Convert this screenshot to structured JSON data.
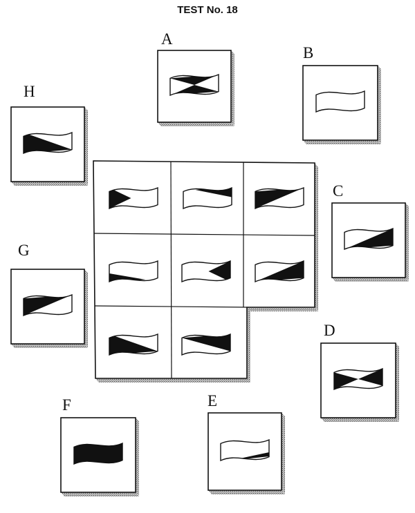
{
  "title": "TEST No. 18",
  "option_labels": {
    "A": "A",
    "B": "B",
    "C": "C",
    "D": "D",
    "E": "E",
    "F": "F",
    "G": "G",
    "H": "H"
  },
  "matrix": {
    "rows": [
      [
        {
          "pattern": "left-triangle"
        },
        {
          "pattern": "top-right-edge"
        },
        {
          "pattern": "diagonal-up-left"
        }
      ],
      [
        {
          "pattern": "bottom-left-edge"
        },
        {
          "pattern": "right-triangle"
        },
        {
          "pattern": "diagonal-up-right"
        }
      ],
      [
        {
          "pattern": "diagonal-down-left"
        },
        {
          "pattern": "diagonal-down-right"
        }
      ]
    ],
    "missing_cell": "row-3-col-3"
  },
  "options": [
    {
      "key": "A",
      "pattern": "bowtie-horizontal"
    },
    {
      "key": "B",
      "pattern": "empty"
    },
    {
      "key": "C",
      "pattern": "diagonal-up-right"
    },
    {
      "key": "D",
      "pattern": "bowtie-vertical"
    },
    {
      "key": "E",
      "pattern": "bottom-right-edge"
    },
    {
      "key": "F",
      "pattern": "full"
    },
    {
      "key": "G",
      "pattern": "diagonal-up-left"
    },
    {
      "key": "H",
      "pattern": "diagonal-down-left"
    }
  ],
  "colors": {
    "ink": "#111111",
    "paper": "#ffffff",
    "shadow": "#9a9a9a"
  }
}
